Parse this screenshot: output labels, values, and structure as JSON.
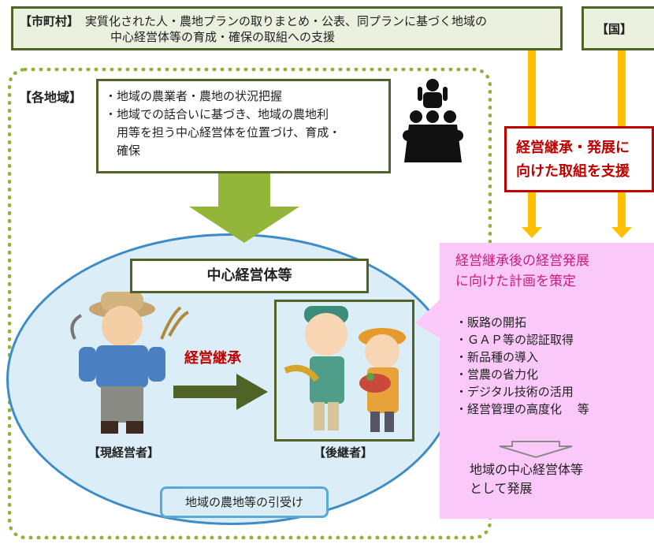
{
  "municipality": {
    "tag": "【市町村】",
    "line1": "実質化された人・農地プランの取りまとめ・公表、同プランに基づく地域の",
    "line2": "中心経営体等の育成・確保の取組への支援"
  },
  "national": {
    "tag": "【国】"
  },
  "region": {
    "label": "【各地域】",
    "notes": [
      "・地域の農業者・農地の状況把握",
      "・地域での話合いに基づき、地域の農地利",
      "　用等を担う中心経営体を位置づけ、育成・",
      "　確保"
    ]
  },
  "core_label": "中心経営体等",
  "current_operator": "【現経営者】",
  "successor": "【後継者】",
  "succession": "経営継承",
  "land_takeover": "地域の農地等の引受け",
  "support": {
    "line1": "経営継承・発展に",
    "line2": "向けた取組を支援"
  },
  "plan": {
    "line1": "経営継承後の経営発展",
    "line2": "に向けた計画を策定"
  },
  "plan_items": [
    "・販路の開拓",
    "・ＧＡＰ等の認証取得",
    "・新品種の導入",
    "・営農の省力化",
    "・デジタル技術の活用",
    "・経営管理の高度化　 等"
  ],
  "result": {
    "line1": "地域の中心経営体等",
    "line2": "として発展"
  },
  "colors": {
    "green_border": "#4f6228",
    "green_fill": "#ebf1de",
    "arrow_green": "#92b53a",
    "dark_arrow": "#4f6228",
    "yellow_arrow": "#ffc000",
    "red": "#c00000",
    "pink": "#fbc8fa",
    "ellipse_fill": "#dbeef8"
  }
}
